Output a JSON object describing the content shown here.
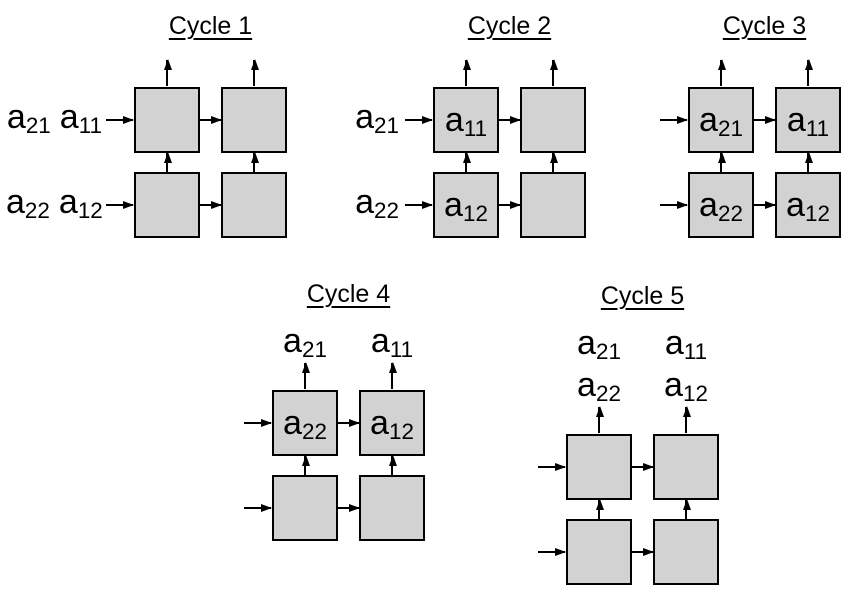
{
  "figure": {
    "background": "#ffffff",
    "box_fill": "#d2d2d2",
    "line_color": "#000000",
    "text_color": "#000000",
    "description_visible_text_only": true
  },
  "cycles": [
    {
      "title": "Cycle 1",
      "row_labels": [
        [
          {
            "b": "a",
            "s": "21"
          },
          {
            "b": "a",
            "s": "11"
          }
        ],
        [
          {
            "b": "a",
            "s": "22"
          },
          {
            "b": "a",
            "s": "12"
          }
        ]
      ],
      "boxes": [
        [
          null,
          null
        ],
        [
          null,
          null
        ]
      ]
    },
    {
      "title": "Cycle 2",
      "row_labels": [
        [
          {
            "b": "a",
            "s": "21"
          }
        ],
        [
          {
            "b": "a",
            "s": "22"
          }
        ]
      ],
      "boxes": [
        [
          {
            "b": "a",
            "s": "11"
          },
          null
        ],
        [
          {
            "b": "a",
            "s": "12"
          },
          null
        ]
      ]
    },
    {
      "title": "Cycle 3",
      "boxes": [
        [
          {
            "b": "a",
            "s": "21"
          },
          {
            "b": "a",
            "s": "11"
          }
        ],
        [
          {
            "b": "a",
            "s": "22"
          },
          {
            "b": "a",
            "s": "12"
          }
        ]
      ]
    },
    {
      "title": "Cycle 4",
      "col_labels": [
        [
          {
            "b": "a",
            "s": "21"
          }
        ],
        [
          {
            "b": "a",
            "s": "11"
          }
        ]
      ],
      "boxes": [
        [
          {
            "b": "a",
            "s": "22"
          },
          {
            "b": "a",
            "s": "12"
          }
        ],
        [
          null,
          null
        ]
      ]
    },
    {
      "title": "Cycle 5",
      "col_labels": [
        [
          {
            "b": "a",
            "s": "21"
          },
          {
            "b": "a",
            "s": "22"
          }
        ],
        [
          {
            "b": "a",
            "s": "11"
          },
          {
            "b": "a",
            "s": "12"
          }
        ]
      ],
      "boxes": [
        [
          null,
          null
        ],
        [
          null,
          null
        ]
      ]
    }
  ]
}
